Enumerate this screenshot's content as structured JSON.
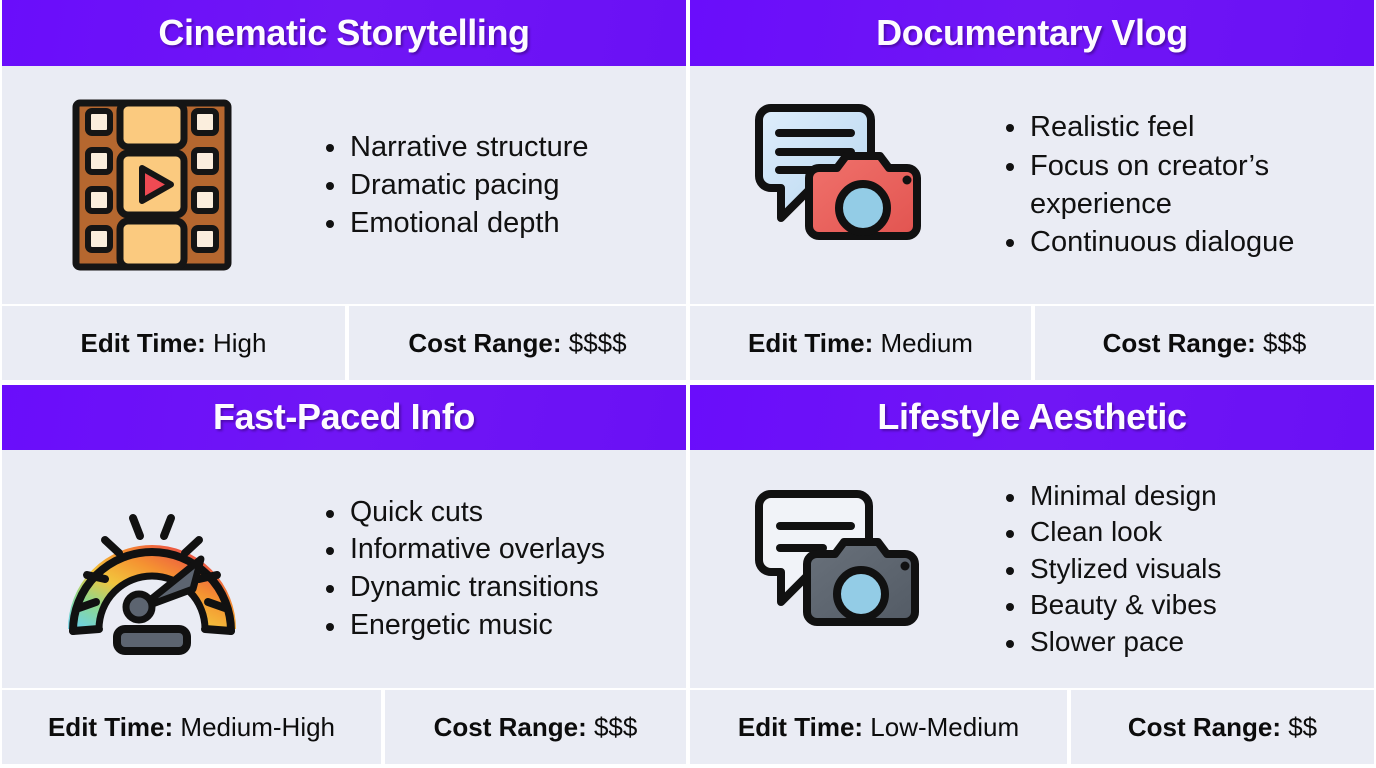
{
  "theme": {
    "header_purple": "#6a10f5",
    "cell_bg": "#eaecf4",
    "text_dark": "#111111",
    "gap_white": "#ffffff"
  },
  "quadrants": [
    {
      "id": "cinematic-storytelling",
      "title": "Cinematic Storytelling",
      "icon": "film-strip-icon",
      "bullets": [
        "Narrative structure",
        "Dramatic pacing",
        "Emotional depth"
      ],
      "footer": {
        "edit_time_label": "Edit Time:",
        "edit_time_value": "High",
        "cost_range_label": "Cost Range:",
        "cost_range_value": "$$$$"
      }
    },
    {
      "id": "documentary-vlog",
      "title": "Documentary Vlog",
      "icon": "speech-bubble-camera-red-icon",
      "bullets": [
        "Realistic feel",
        "Focus on creator’s experience",
        "Continuous dialogue"
      ],
      "footer": {
        "edit_time_label": "Edit Time:",
        "edit_time_value": "Medium",
        "cost_range_label": "Cost Range:",
        "cost_range_value": "$$$"
      }
    },
    {
      "id": "fast-paced-info",
      "title": "Fast-Paced Info",
      "icon": "speedometer-gauge-icon",
      "bullets": [
        "Quick cuts",
        "Informative overlays",
        "Dynamic transitions",
        "Energetic music"
      ],
      "footer": {
        "edit_time_label": "Edit Time:",
        "edit_time_value": "Medium-High",
        "cost_range_label": "Cost Range:",
        "cost_range_value": "$$$"
      }
    },
    {
      "id": "lifestyle-aesthetic",
      "title": "Lifestyle Aesthetic",
      "icon": "speech-bubble-camera-gray-icon",
      "bullets": [
        "Minimal design",
        "Clean look",
        "Stylized visuals",
        "Beauty & vibes",
        "Slower pace"
      ],
      "footer": {
        "edit_time_label": "Edit Time:",
        "edit_time_value": "Low-Medium",
        "cost_range_label": "Cost Range:",
        "cost_range_value": "$$"
      }
    }
  ]
}
